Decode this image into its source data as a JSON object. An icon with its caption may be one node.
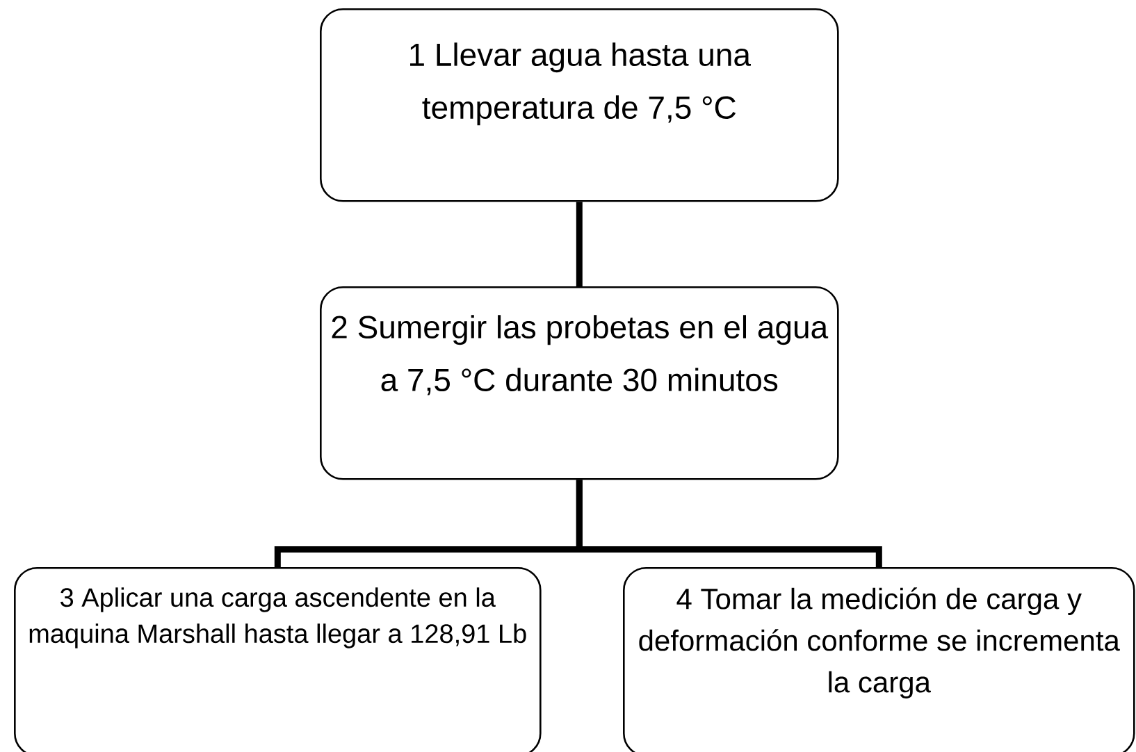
{
  "diagram": {
    "nodes": [
      {
        "text": [
          "1 Llevar agua hasta una temperatura de 7,5 °C"
        ]
      },
      {
        "text": [
          "2 Sumergir las probetas en el agua a 7,5 °C durante 30 minutos"
        ]
      },
      {
        "text": [
          "3 Aplicar una carga ascendente en la maquina Marshall hasta llegar a 128,91 Lb"
        ]
      },
      {
        "text": [
          "4 Tomar la medición de carga y deformación conforme se incrementa la carga"
        ]
      }
    ],
    "edges": [
      {
        "from": 0,
        "to": 1,
        "arrow": "none"
      },
      {
        "from": 1,
        "to": 2,
        "arrow": "none"
      },
      {
        "from": 1,
        "to": 3,
        "arrow": "none"
      }
    ]
  }
}
